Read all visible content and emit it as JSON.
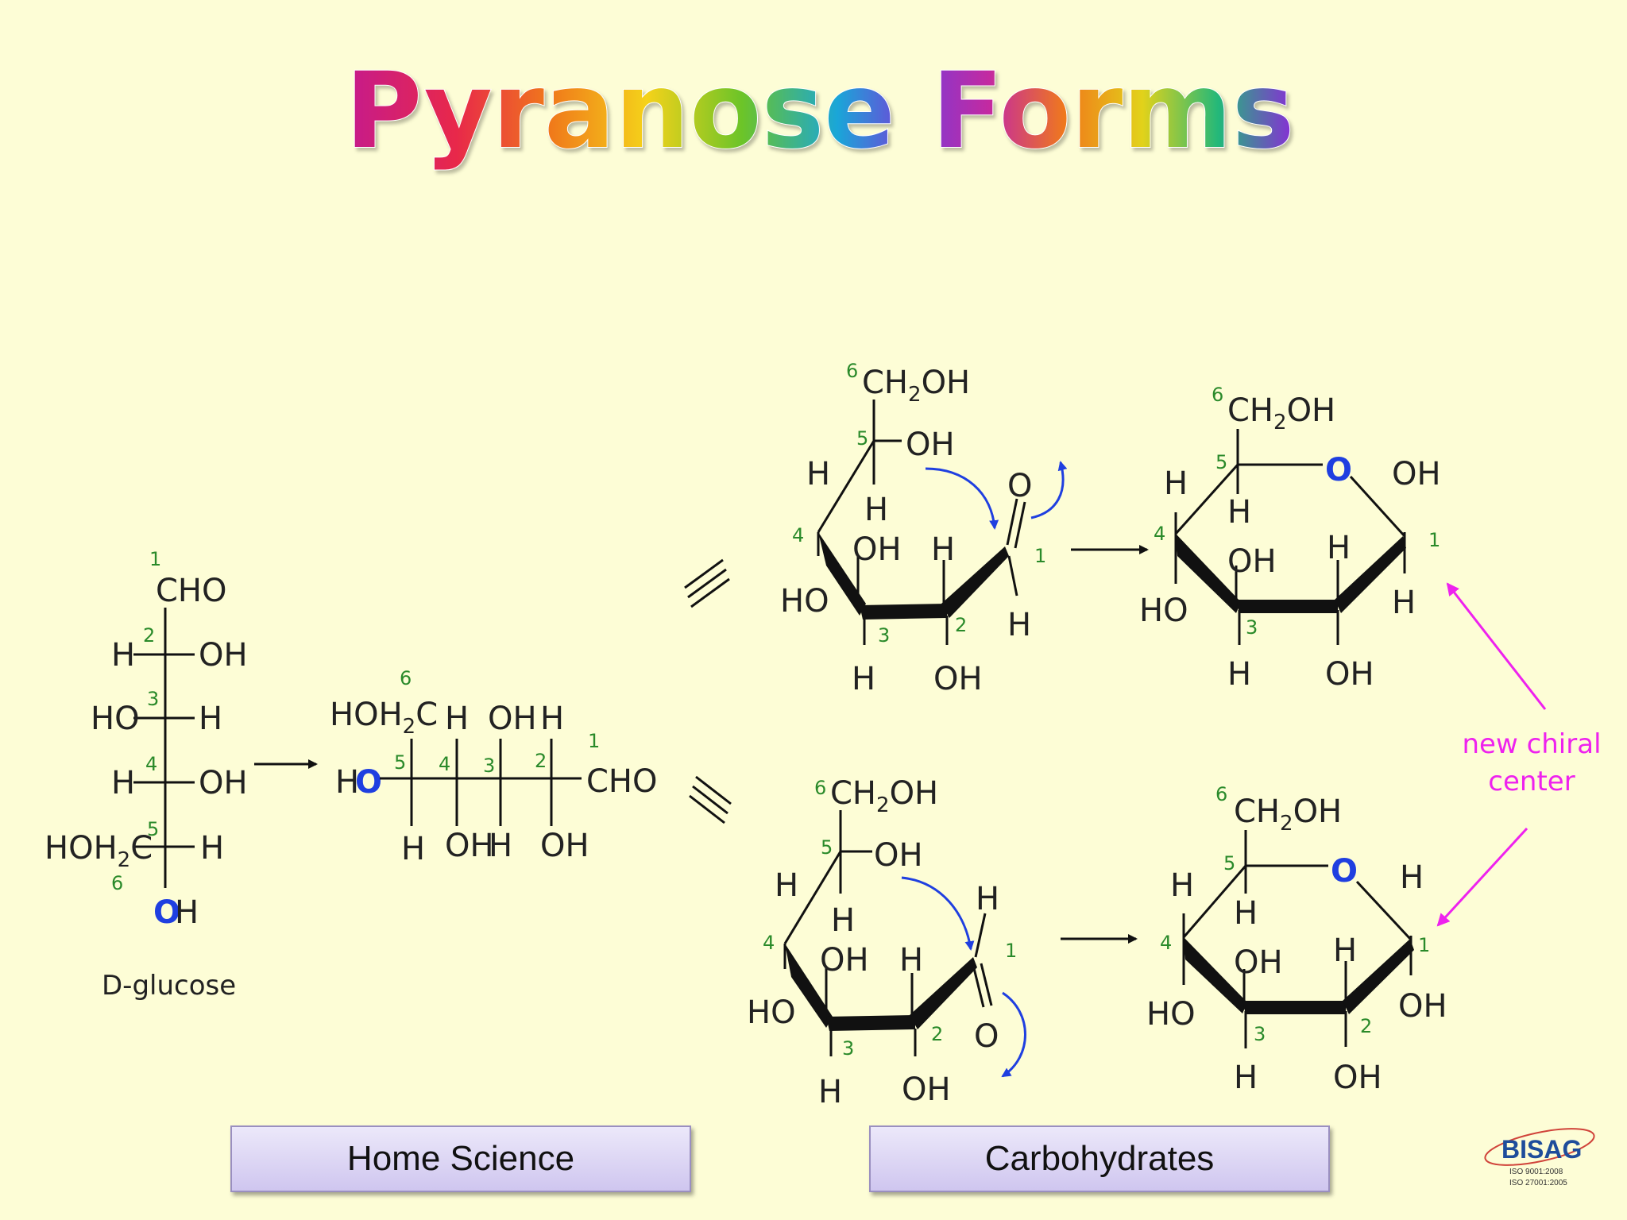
{
  "title": "Pyranose Forms",
  "footer": {
    "left_label": "Home Science",
    "right_label": "Carbohydrates"
  },
  "logo": {
    "name": "BISAG",
    "iso1": "ISO 9001:2008",
    "iso2": "ISO 27001:2005"
  },
  "fischer": {
    "caption": "D-glucose",
    "top": "CHO",
    "rows": [
      {
        "num": "2",
        "left": "H",
        "right": "OH"
      },
      {
        "num": "3",
        "left": "HO",
        "right": "H"
      },
      {
        "num": "4",
        "left": "H",
        "right": "OH"
      },
      {
        "num": "5",
        "left": "HOH2C",
        "right": "H"
      }
    ],
    "top_num": "1",
    "c6_num": "6",
    "bottom_o": "O",
    "bottom_h": "H"
  },
  "chain": {
    "left_group": "HOH2C",
    "ho_h": "H",
    "ho_o": "O",
    "right_group": "CHO",
    "top_labels": [
      "H",
      "OH",
      "H"
    ],
    "bottom_labels": [
      "H",
      "OH",
      "H",
      "OH"
    ],
    "nums": [
      "6",
      "5",
      "4",
      "3",
      "2",
      "1"
    ]
  },
  "annotation": {
    "line1": "new chiral",
    "line2": "center"
  }
}
